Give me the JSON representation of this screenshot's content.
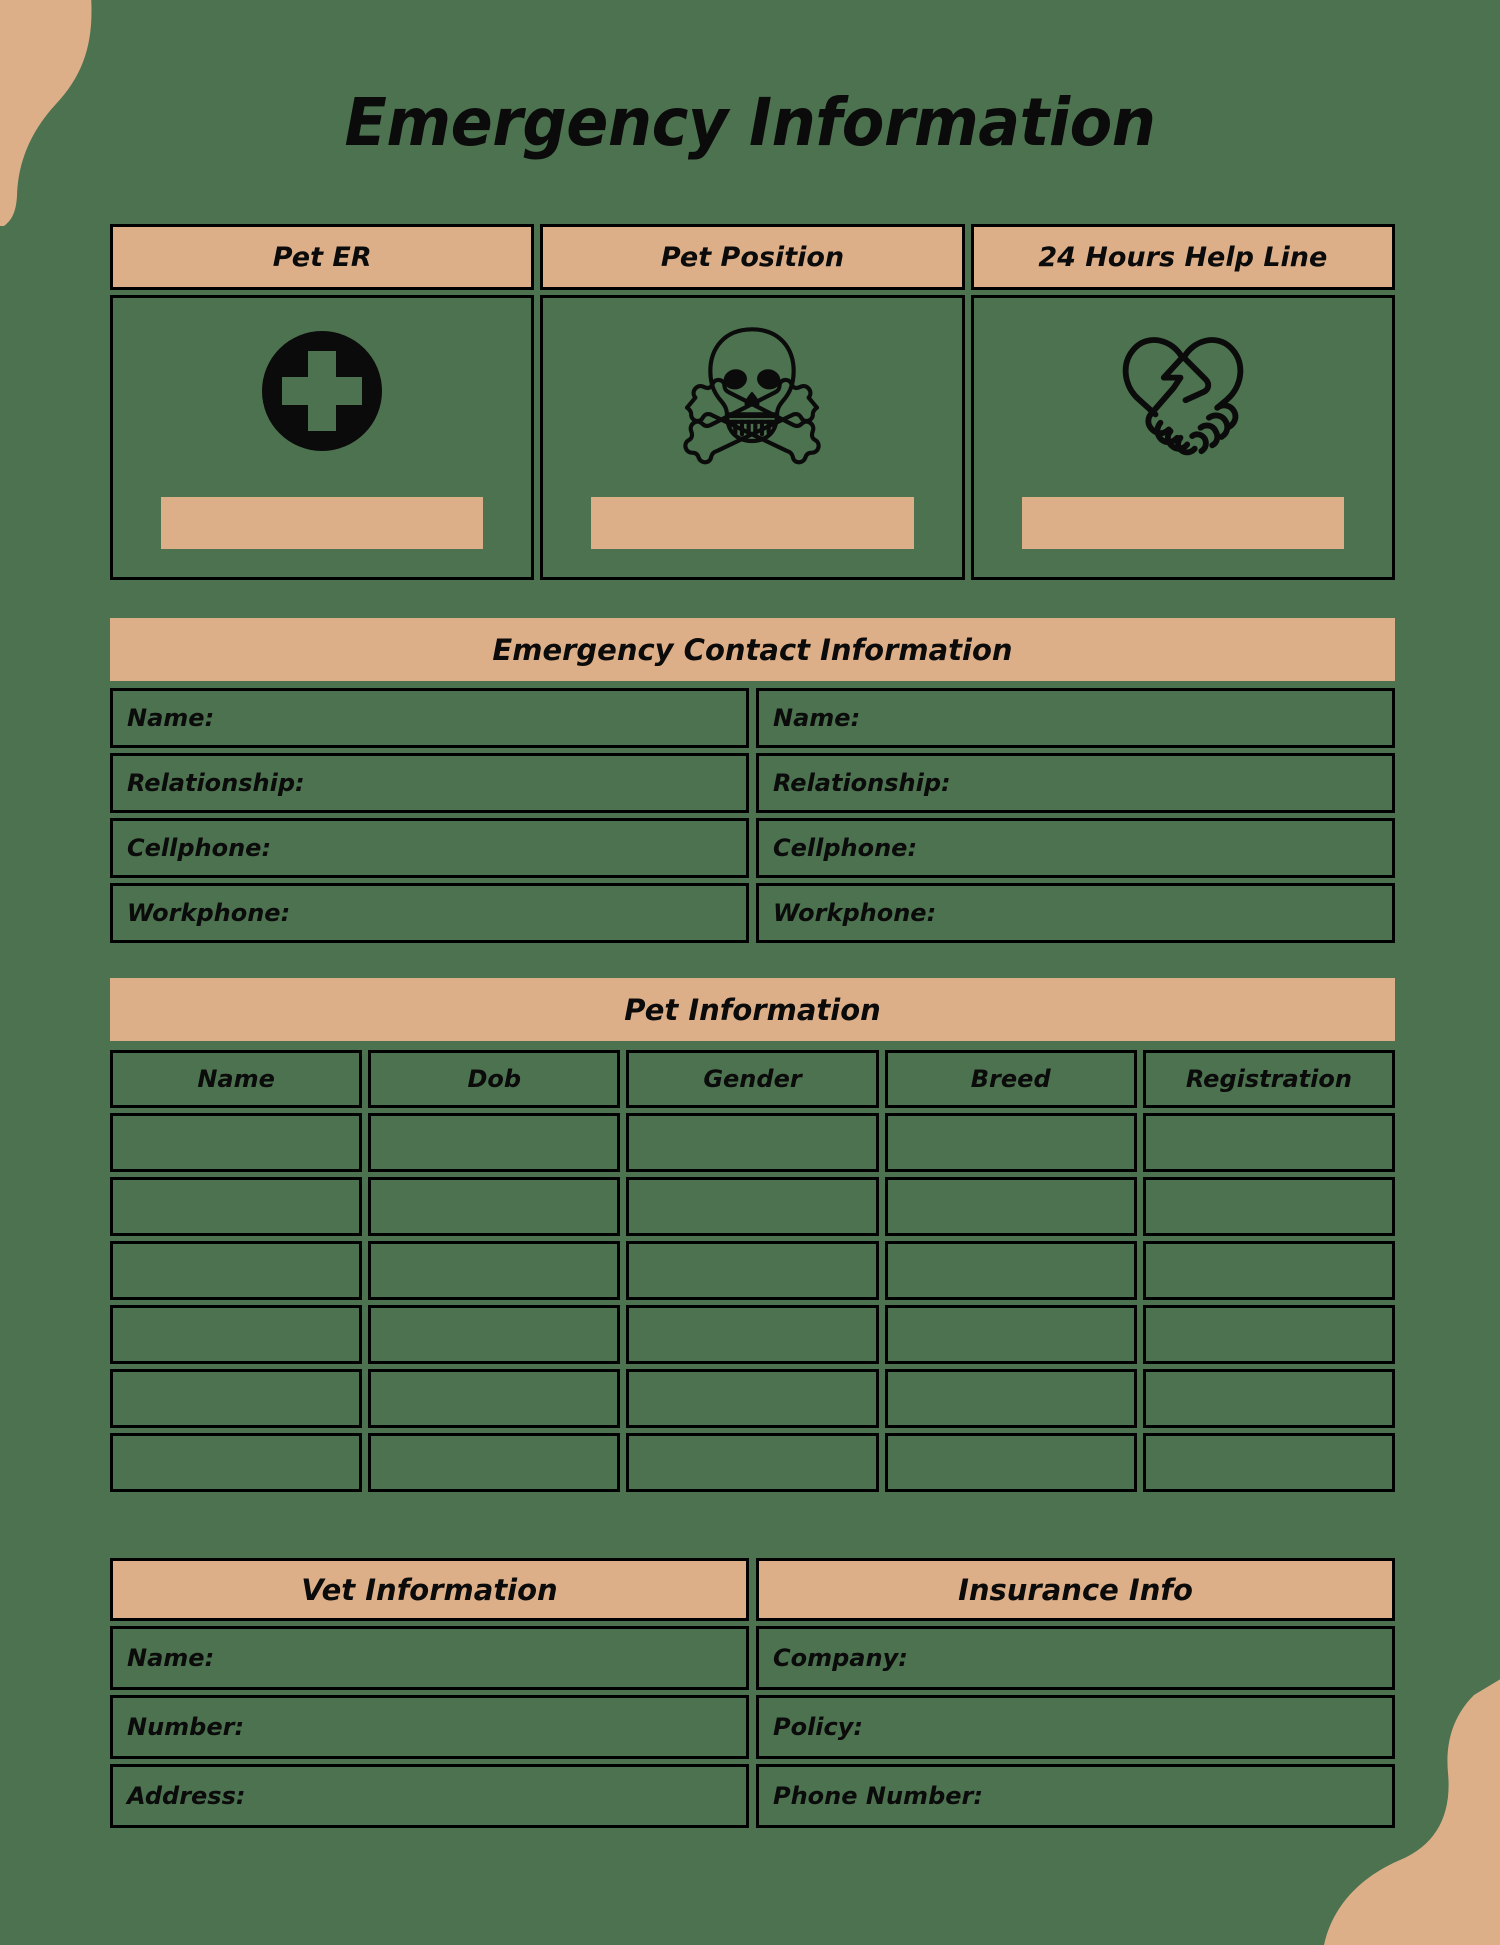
{
  "theme": {
    "background_green": "#4c724f",
    "accent_tan": "#ddaf89",
    "line_black": "#000000"
  },
  "title": "Emergency Information",
  "emergency_cards": [
    {
      "label": "Pet ER",
      "icon": "medical-cross-circle-icon",
      "value": ""
    },
    {
      "label": "Pet Position",
      "icon": "skull-crossbones-icon",
      "value": ""
    },
    {
      "label": "24 Hours Help Line",
      "icon": "handshake-heart-icon",
      "value": ""
    }
  ],
  "emergency_contact": {
    "heading": "Emergency Contact Information",
    "rows": [
      {
        "left": "Name:",
        "right": "Name:"
      },
      {
        "left": "Relationship:",
        "right": "Relationship:"
      },
      {
        "left": "Cellphone:",
        "right": "Cellphone:"
      },
      {
        "left": "Workphone:",
        "right": "Workphone:"
      }
    ]
  },
  "pet_information": {
    "heading": "Pet Information",
    "columns": [
      "Name",
      "Dob",
      "Gender",
      "Breed",
      "Registration"
    ],
    "rows": [
      [
        "",
        "",
        "",
        "",
        ""
      ],
      [
        "",
        "",
        "",
        "",
        ""
      ],
      [
        "",
        "",
        "",
        "",
        ""
      ],
      [
        "",
        "",
        "",
        "",
        ""
      ],
      [
        "",
        "",
        "",
        "",
        ""
      ],
      [
        "",
        "",
        "",
        "",
        ""
      ]
    ]
  },
  "vet_information": {
    "heading": "Vet Information",
    "fields": [
      "Name:",
      "Number:",
      "Address:"
    ]
  },
  "insurance_info": {
    "heading": "Insurance Info",
    "fields": [
      "Company:",
      "Policy:",
      "Phone Number:"
    ]
  }
}
